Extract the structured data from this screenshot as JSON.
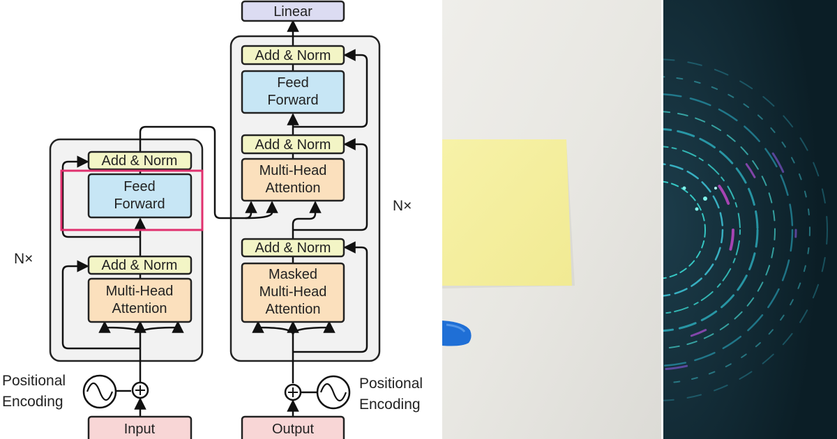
{
  "diagram": {
    "output_layer": "Linear",
    "encoder": {
      "repeat_label": "N×",
      "blocks": [
        "Add & Norm",
        "Feed",
        "Forward",
        "Add & Norm",
        "Multi-Head",
        "Attention"
      ],
      "input_label": "Input",
      "positional_encoding": [
        "Positional",
        "Encoding"
      ]
    },
    "decoder": {
      "repeat_label": "N×",
      "top_add_norm": "Add & Norm",
      "feed_forward": [
        "Feed",
        "Forward"
      ],
      "mid_add_norm": "Add & Norm",
      "cross_attention": [
        "Multi-Head",
        "Attention"
      ],
      "low_add_norm": "Add & Norm",
      "masked_attention": [
        "Masked",
        "Multi-Head",
        "Attention"
      ],
      "output_label": "Output",
      "positional_encoding": [
        "Positional",
        "Encoding"
      ]
    },
    "colors": {
      "add_norm": "#f3f5c6",
      "feed_forward": "#c7e6f5",
      "attention": "#fbe0bd",
      "linear": "#dcdcf2",
      "embedding": "#f8d6d6",
      "block_bg": "#f2f2f2",
      "highlight": "#e0306e"
    }
  },
  "photo": {
    "note_color": "#f5f0a2",
    "pen_color": "#1f6fd6"
  },
  "art": {
    "background": "#0b1e26",
    "accent_cyan": "#39d6d0",
    "accent_magenta": "#c048c8"
  }
}
